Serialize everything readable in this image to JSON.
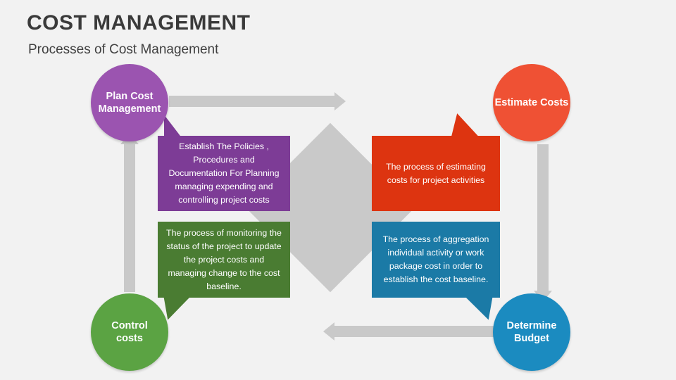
{
  "header": {
    "title": "COST MANAGEMENT",
    "subtitle": "Processes of Cost Management"
  },
  "colors": {
    "background": "#f2f2f2",
    "connector": "#c9c9c9",
    "diamond": "#c9c9c9",
    "purple_circle": "#9b54b0",
    "purple_box": "#7d3c96",
    "orange_circle": "#ef5134",
    "red_box": "#dd3410",
    "green_circle": "#5ba343",
    "green_box": "#4a7c32",
    "blue_circle": "#1b8bc0",
    "blue_box": "#1b7aa6",
    "title_text": "#3a3a3a"
  },
  "nodes": [
    {
      "id": "plan-cost-management",
      "label": "Plan Cost\nManagement",
      "description": "Establish The Policies , Procedures and Documentation For Planning managing expending and controlling project costs"
    },
    {
      "id": "estimate-costs",
      "label": "Estimate Costs",
      "description": "The process of estimating costs for project activities"
    },
    {
      "id": "control-costs",
      "label": "Control\ncosts",
      "description": "The process of monitoring the status of the project to update the project costs and managing change to the cost baseline."
    },
    {
      "id": "determine-budget",
      "label": "Determine\nBudget",
      "description": "The process of aggregation individual activity or work package cost in order to establish the cost baseline."
    }
  ]
}
